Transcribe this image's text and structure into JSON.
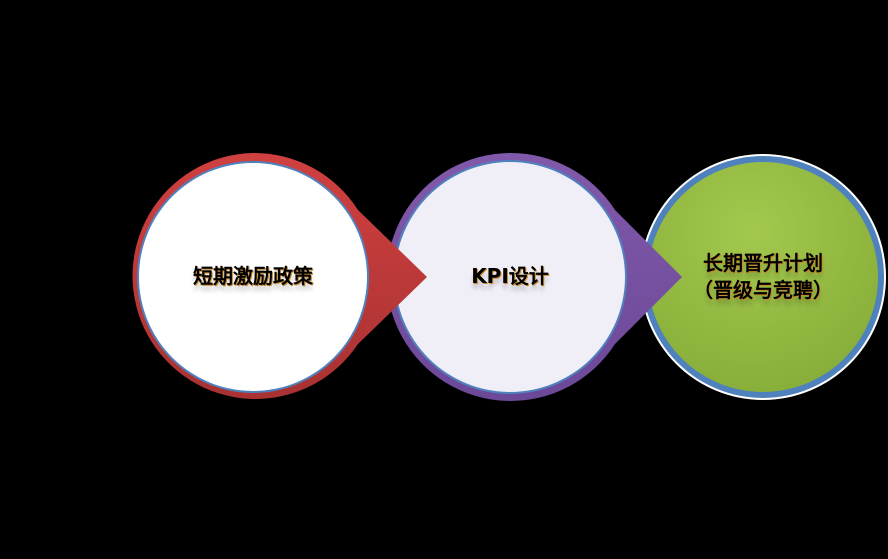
{
  "diagram": {
    "steps": [
      {
        "label": "短期激励政策",
        "ring_color": "#C73A3A",
        "fill_color": "#FFFFFF"
      },
      {
        "label": "KPI设计",
        "ring_color": "#7D55A5",
        "fill_color": "#F0EEF6"
      },
      {
        "label_line1": "长期晋升计划",
        "label_line2": "（晋级与竞聘）",
        "ring_color": "#4F81BD",
        "fill_color": "#97BE45"
      }
    ],
    "accent_border": "#4F81BD",
    "background": "#000000"
  }
}
